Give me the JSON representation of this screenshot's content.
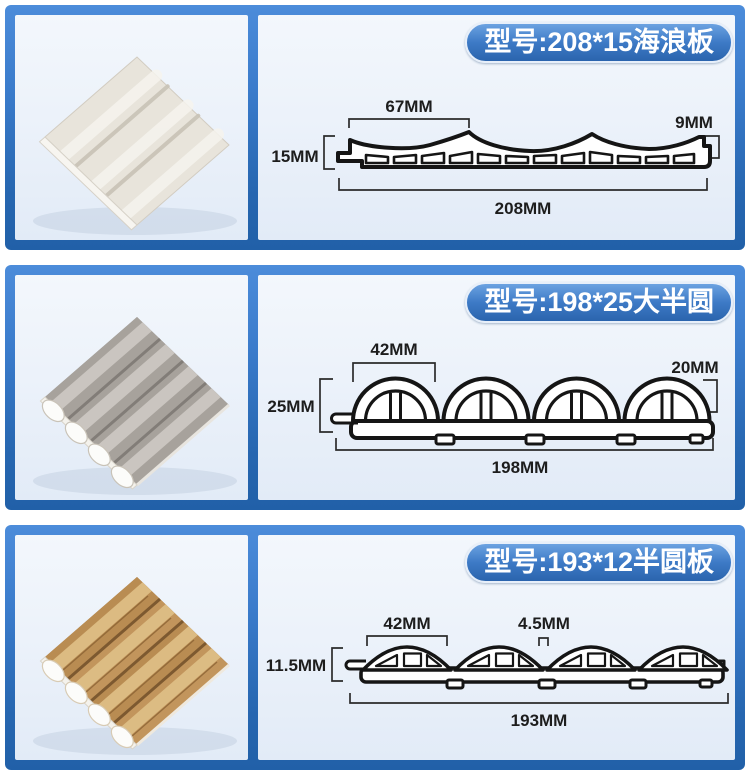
{
  "panels": [
    {
      "id": "wave-board",
      "badge": "型号:208*15海浪板",
      "photo": "white wavy wall panel",
      "dims": {
        "top_width": "67MM",
        "right_height": "9MM",
        "left_height": "15MM",
        "total_width": "208MM"
      }
    },
    {
      "id": "large-half-round",
      "badge": "型号:198*25大半圆",
      "photo": "gray half-round fluted panel",
      "dims": {
        "top_width": "42MM",
        "right_height": "20MM",
        "left_height": "25MM",
        "total_width": "198MM"
      }
    },
    {
      "id": "half-round-board",
      "badge": "型号:193*12半圆板",
      "photo": "wood-grain half-round fluted panel",
      "dims": {
        "top_width": "42MM",
        "top_gap": "4.5MM",
        "left_height": "11.5MM",
        "total_width": "193MM"
      }
    }
  ],
  "colors": {
    "frame_top": "#4c8cda",
    "frame_bottom": "#2160a8",
    "inner_background": "#ecf2fa",
    "badge_top": "#6ba2e1",
    "badge_bottom": "#2b64ad",
    "line": "#151515",
    "text": "#1d1d1d"
  }
}
